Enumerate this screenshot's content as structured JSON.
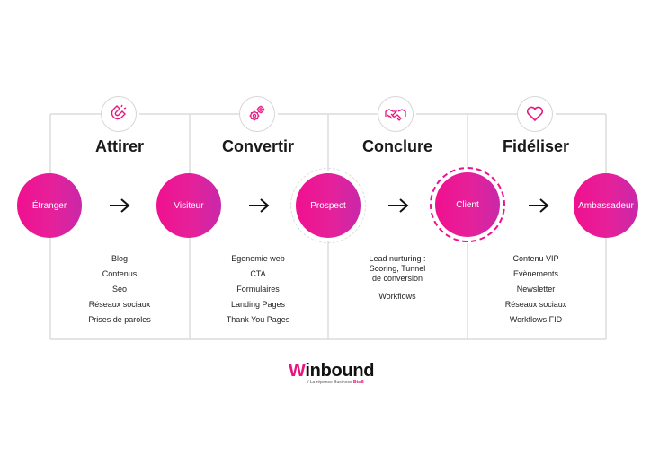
{
  "stages": [
    {
      "title": "Attirer",
      "icon": "magnet-icon"
    },
    {
      "title": "Convertir",
      "icon": "gears-icon"
    },
    {
      "title": "Conclure",
      "icon": "handshake-icon"
    },
    {
      "title": "Fidéliser",
      "icon": "heart-icon"
    }
  ],
  "nodes": [
    {
      "label": "Étranger"
    },
    {
      "label": "Visiteur"
    },
    {
      "label": "Prospect"
    },
    {
      "label": "Client"
    },
    {
      "label": "Ambassadeur"
    }
  ],
  "lists": [
    {
      "items": [
        "Blog",
        "Contenus",
        "Seo",
        "Réseaux sociaux",
        "Prises de paroles"
      ]
    },
    {
      "items": [
        "Egonomie web",
        "CTA",
        "Formulaires",
        "Landing Pages",
        "Thank You Pages"
      ]
    },
    {
      "items": [
        "Lead nurturing :",
        "Scoring, Tunnel",
        "de conversion",
        "Workflows"
      ]
    },
    {
      "items": [
        "Contenu VIP",
        "Evènements",
        "Newsletter",
        "Réseaux sociaux",
        "Workflows FID"
      ]
    }
  ],
  "logo": {
    "brand_w": "W",
    "brand_rest": "inbound",
    "tagline": "/ La réponse Business",
    "tagline_accent": "BtoB"
  },
  "colors": {
    "accent": "#e9157f",
    "line": "#d9d9d9"
  }
}
